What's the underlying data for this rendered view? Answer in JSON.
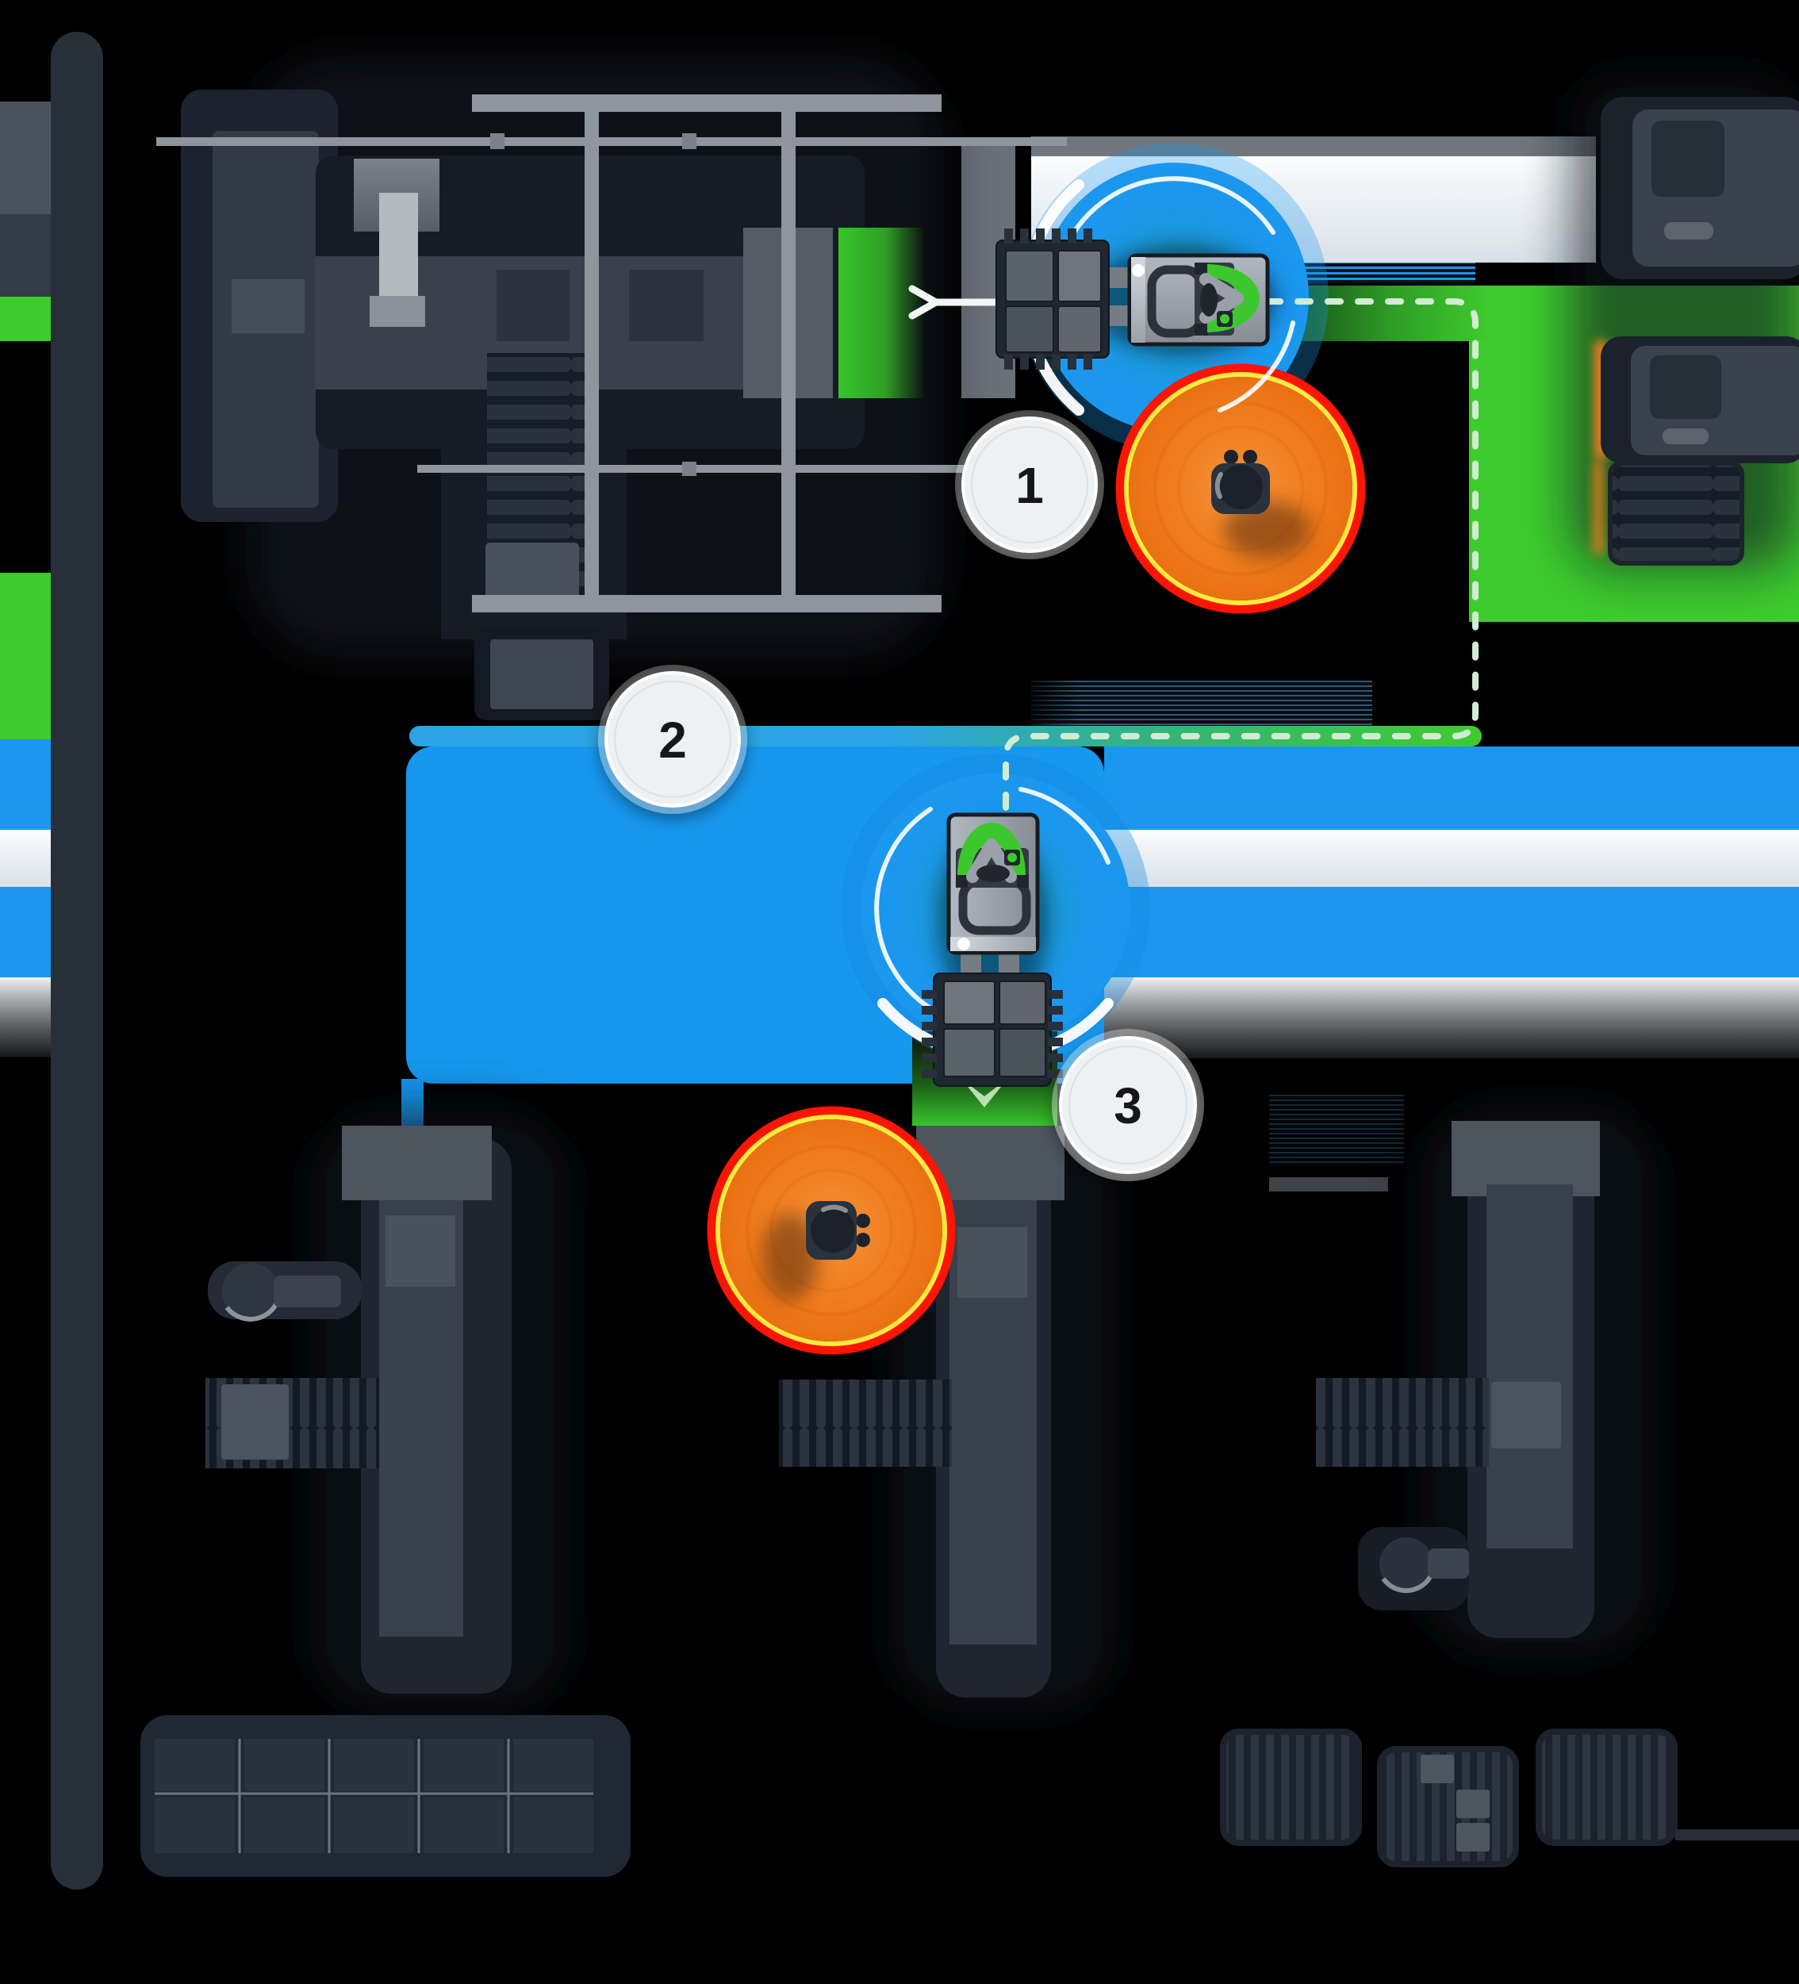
{
  "scene": {
    "type": "warehouse-agv-automation-map",
    "background": "#000000"
  },
  "markers": [
    {
      "id": "step-1",
      "label": "1"
    },
    {
      "id": "step-2",
      "label": "2"
    },
    {
      "id": "step-3",
      "label": "3"
    }
  ],
  "robots": [
    {
      "name": "forklift-agv-1",
      "heading": "right",
      "state": "carrying-pallet",
      "zone_color": "#1b97ee"
    },
    {
      "name": "forklift-agv-2",
      "heading": "up",
      "state": "carrying-pallet",
      "zone_color": "#1b97ee"
    }
  ],
  "workers": [
    {
      "name": "worker-1",
      "zone_color": "#f07e1e",
      "alert_ring": "#fb1505",
      "warn_ring": "#ffe93e"
    },
    {
      "name": "worker-2",
      "zone_color": "#f07e1e",
      "alert_ring": "#fb1505",
      "warn_ring": "#ffe93e"
    }
  ],
  "routes": {
    "green_route_color": "#3ecb2f",
    "dashed_line_color": "#d2ecd4",
    "blue_zone_color": "#1797ee"
  },
  "zones": [
    {
      "name": "pickup-zone",
      "color": "#35c52a"
    },
    {
      "name": "dropoff-zone",
      "color": "#38c32b"
    }
  ],
  "equipment_colors": {
    "machinery_dark": "#1d242f",
    "machinery_gray": "#3a414c",
    "station_head": "#4d555f",
    "rail_gray": "#8f959c",
    "wall_bar": "#273039",
    "pallet_slat": "#2d3541"
  }
}
